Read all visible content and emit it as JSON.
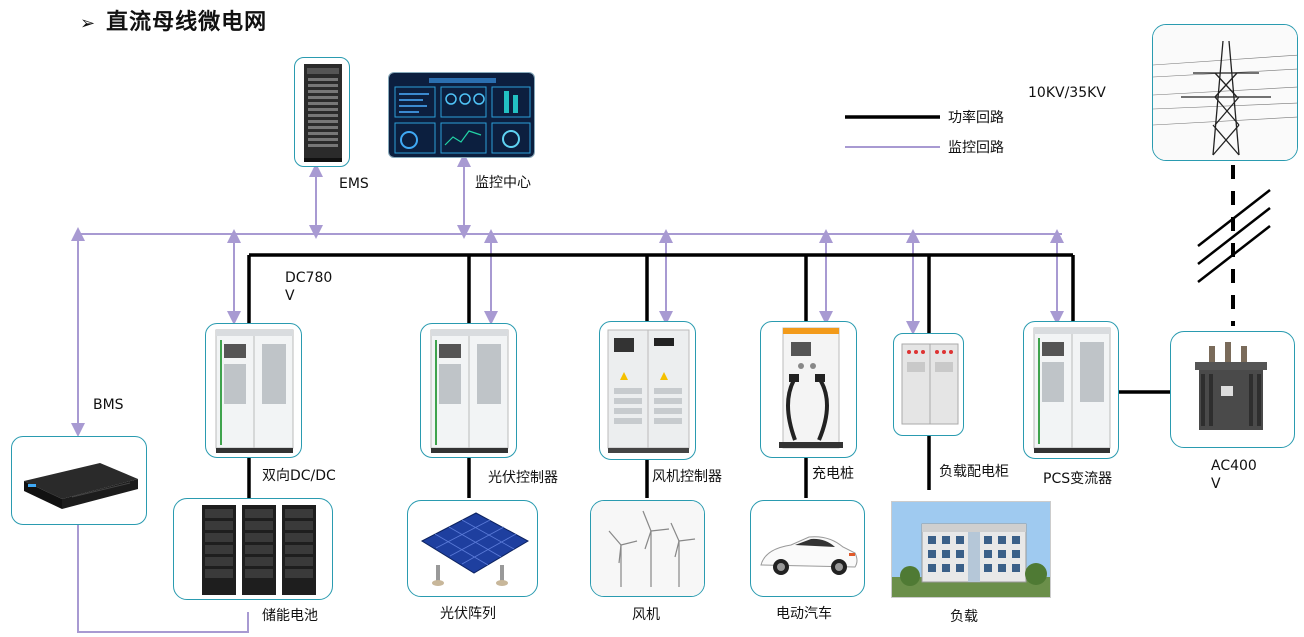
{
  "title": "直流母线微电网",
  "legend": {
    "power_loop": "功率回路",
    "monitor_loop": "监控回路"
  },
  "grid_voltage": "10KV/35KV",
  "dc_voltage": "DC780\nV",
  "ac_voltage": "AC400\nV",
  "labels": {
    "ems": "EMS",
    "monitor_center": "监控中心",
    "bms": "BMS",
    "bidirectional_dcdc": "双向DC/DC",
    "pv_controller": "光伏控制器",
    "wind_controller": "风机控制器",
    "charging_pile": "充电桩",
    "load_cabinet": "负载配电柜",
    "pcs": "PCS变流器",
    "storage_battery": "储能电池",
    "pv_array": "光伏阵列",
    "wind_turbine": "风机",
    "ev": "电动汽车",
    "load": "负载"
  },
  "colors": {
    "power_line": "#000000",
    "monitor_line": "#a89ad2",
    "box_border": "#2a9bb0"
  }
}
